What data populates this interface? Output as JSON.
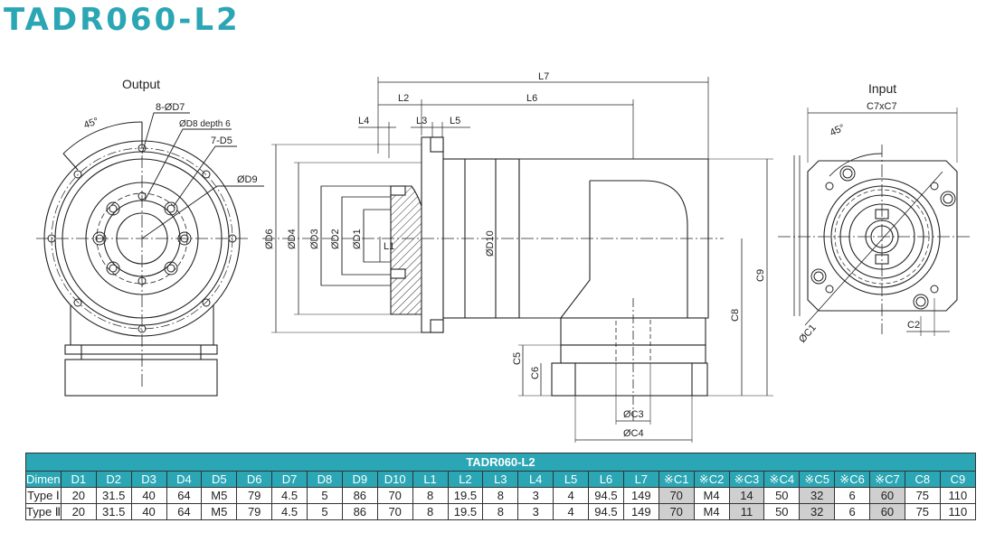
{
  "title": "TADR060-L2",
  "views": {
    "output": "Output",
    "input": "Input"
  },
  "labels": {
    "angle_out": "45°",
    "holes": "8-ØD7",
    "depth": "ØD8 depth 6",
    "d5": "7-D5",
    "d9": "ØD9",
    "l7": "L7",
    "l2": "L2",
    "l6": "L6",
    "l4": "L4",
    "l3": "L3",
    "l5": "L5",
    "l1": "L1",
    "d6": "ØD6",
    "d4": "ØD4",
    "d3": "ØD3",
    "d2": "ØD2",
    "d1": "ØD1",
    "d10": "ØD10",
    "c9": "C9",
    "c8": "C8",
    "c5": "C5",
    "c6": "C6",
    "c3": "ØC3",
    "c4": "ØC4",
    "c7": "C7xC7",
    "angle_in": "45°",
    "c1": "ØC1",
    "c2": "C2"
  },
  "table": {
    "caption": "TADR060-L2",
    "headers": [
      "Dimension",
      "D1",
      "D2",
      "D3",
      "D4",
      "D5",
      "D6",
      "D7",
      "D8",
      "D9",
      "D10",
      "L1",
      "L2",
      "L3",
      "L4",
      "L5",
      "L6",
      "L7",
      "※C1",
      "※C2",
      "※C3",
      "※C4",
      "※C5",
      "※C6",
      "※C7",
      "C8",
      "C9"
    ],
    "rows": [
      [
        "Type Ⅰ",
        "20",
        "31.5",
        "40",
        "64",
        "M5",
        "79",
        "4.5",
        "5",
        "86",
        "70",
        "8",
        "19.5",
        "8",
        "3",
        "4",
        "94.5",
        "149",
        "70",
        "M4",
        "14",
        "50",
        "32",
        "6",
        "60",
        "75",
        "110"
      ],
      [
        "Type Ⅱ",
        "20",
        "31.5",
        "40",
        "64",
        "M5",
        "79",
        "4.5",
        "5",
        "86",
        "70",
        "8",
        "19.5",
        "8",
        "3",
        "4",
        "94.5",
        "149",
        "70",
        "M4",
        "11",
        "50",
        "32",
        "6",
        "60",
        "75",
        "110"
      ]
    ]
  }
}
